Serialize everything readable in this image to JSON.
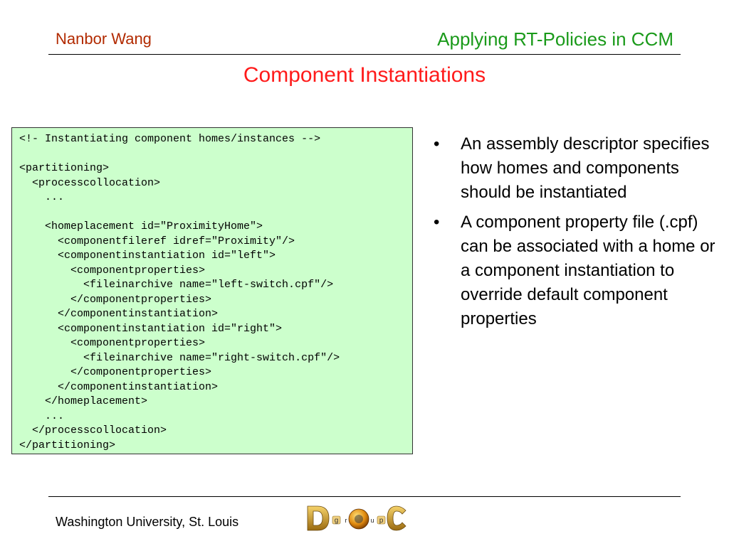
{
  "header": {
    "author": "Nanbor Wang",
    "deck_title": "Applying RT-Policies in CCM"
  },
  "slide": {
    "title": "Component Instantiations",
    "code_lines": [
      "<!- Instantiating component homes/instances -->",
      "",
      "<partitioning>",
      "  <processcollocation>",
      "    ...",
      "",
      "    <homeplacement id=\"ProximityHome\">",
      "      <componentfileref idref=\"Proximity\"/>",
      "      <componentinstantiation id=\"left\">",
      "        <componentproperties>",
      "          <fileinarchive name=\"left-switch.cpf\"/>",
      "        </componentproperties>",
      "      </componentinstantiation>",
      "      <componentinstantiation id=\"right\">",
      "        <componentproperties>",
      "          <fileinarchive name=\"right-switch.cpf\"/>",
      "        </componentproperties>",
      "      </componentinstantiation>",
      "    </homeplacement>",
      "    ...",
      "  </processcollocation>",
      "</partitioning>"
    ],
    "bullet_marker": "•",
    "bullets": [
      "An assembly descriptor specifies how homes and components should be instantiated",
      "A component property file (.cpf) can be associated with a home or a component instantiation to override default component properties"
    ]
  },
  "footer": {
    "institution": "Washington University, St. Louis",
    "logo_text": "DOC group"
  },
  "colors": {
    "author": "#b22a00",
    "deck_title": "#1a9a1a",
    "slide_title": "#ff1a1a",
    "code_background": "#ccffcc"
  }
}
